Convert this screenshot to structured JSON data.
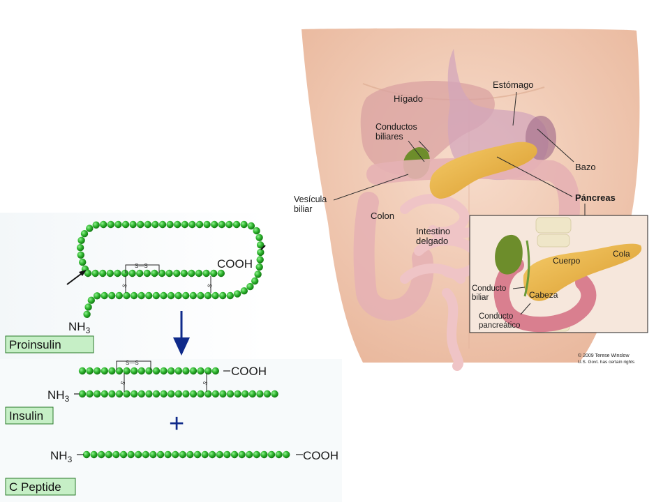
{
  "proinsulin_panel": {
    "labels": {
      "cooh_top": "COOH",
      "nh3_top": "NH",
      "nh3_sub": "3",
      "ss": "S—S",
      "s": "S",
      "proinsulin": "Proinsulin",
      "cooh_insulin": "COOH",
      "nh3_insulin": "NH",
      "nh3_insulin_sub": "3",
      "insulin": "Insulin",
      "plus": "+",
      "nh3_cpep": "NH",
      "nh3_cpep_sub": "3",
      "cooh_cpep": "COOH",
      "c_peptide": "C Peptide"
    },
    "colors": {
      "bead": "#2fb52f",
      "bead_dark": "#137a13",
      "label_box": "#c6efc6",
      "label_border": "#2a7a2a",
      "arrow": "#0f2a8a"
    }
  },
  "anatomy_panel": {
    "labels": {
      "higado": "Hígado",
      "estomago": "Estómago",
      "conductos_1": "Conductos",
      "conductos_2": "biliares",
      "bazo": "Bazo",
      "vesicula_1": "Vesícula",
      "vesicula_2": "biliar",
      "pancreas": "Páncreas",
      "colon": "Colon",
      "intestino_1": "Intestino",
      "intestino_2": "delgado",
      "cuerpo": "Cuerpo",
      "cola": "Cola",
      "conducto_biliar_1": "Conducto",
      "conducto_biliar_2": "biliar",
      "cabeza": "Cabeza",
      "conducto_pan_1": "Conducto",
      "conducto_pan_2": "pancreático",
      "copyright_1": "© 2009 Terese Winslow",
      "copyright_2": "U.S. Govt. has certain rights"
    },
    "colors": {
      "skin": "#f3cdb6",
      "liver": "#c9878a",
      "stomach": "#d7a5b8",
      "pancreas": "#e9b24a",
      "intestine": "#eebdc0",
      "gallbladder": "#6a8a2a"
    }
  }
}
